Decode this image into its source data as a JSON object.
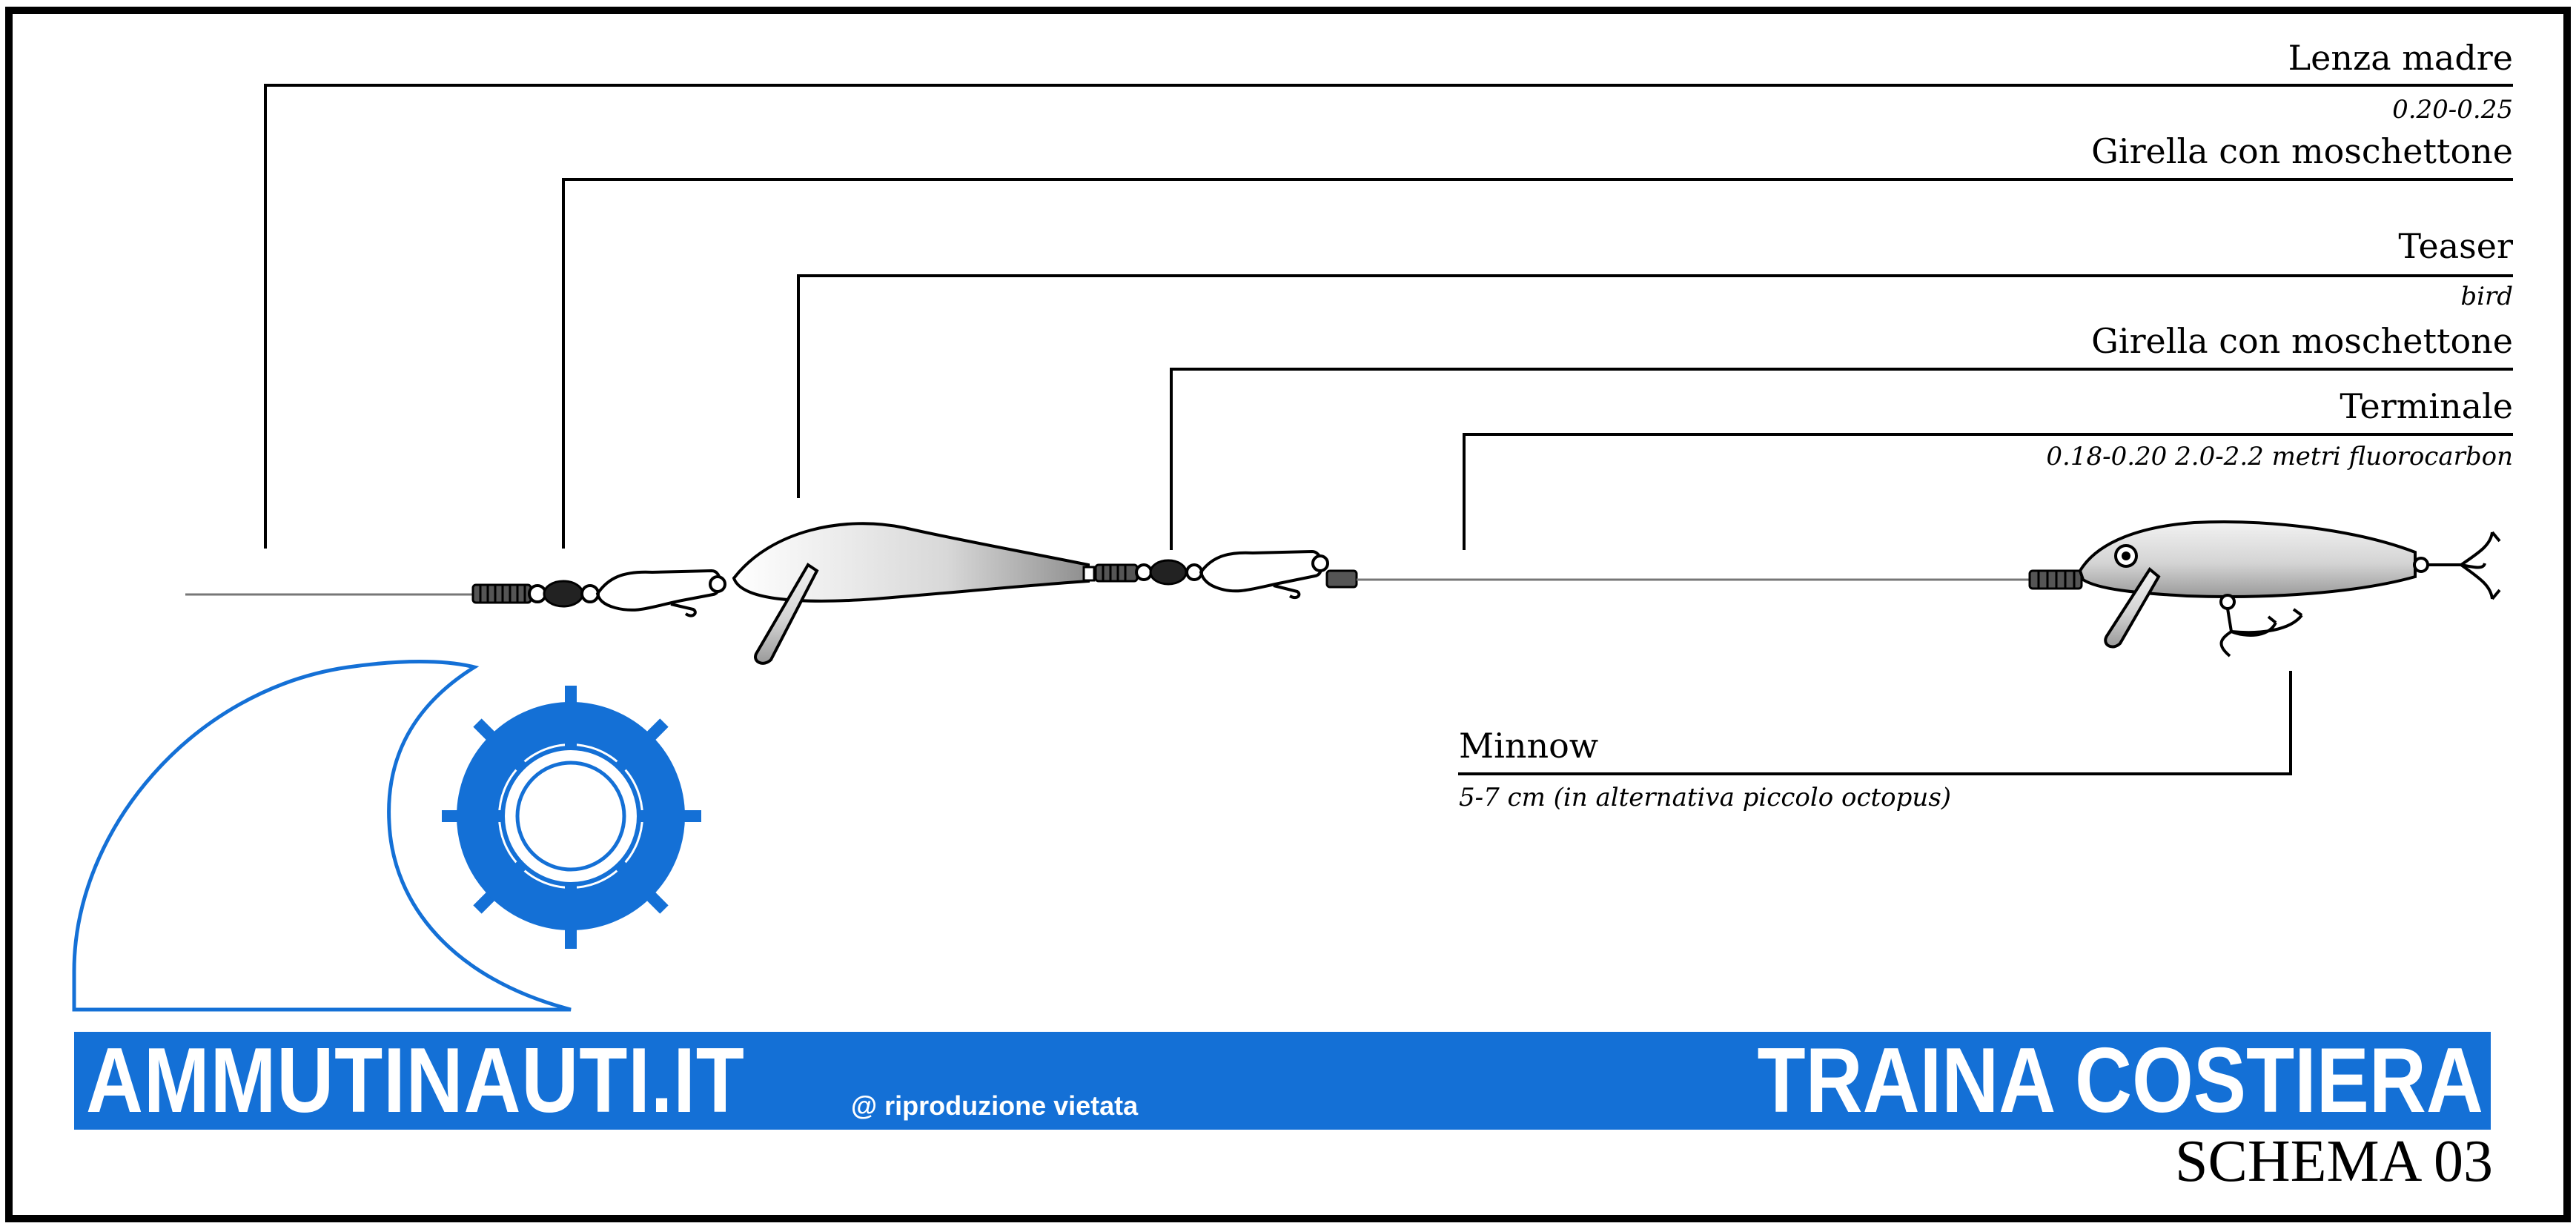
{
  "labels": {
    "lenza_madre": "Lenza madre",
    "lenza_madre_spec": "0.20-0.25",
    "girella_1": "Girella con moschettone",
    "teaser": "Teaser",
    "teaser_spec": "bird",
    "girella_2": "Girella con moschettone",
    "terminale": "Terminale",
    "terminale_spec": "0.18-0.20 2.0-2.2 metri fluorocarbon",
    "minnow": "Minnow",
    "minnow_spec": "5-7 cm (in alternativa piccolo octopus)"
  },
  "brand": {
    "name": "AMMUTINAUTI.IT",
    "note": "@ riproduzione vietata",
    "title": "TRAINA COSTIERA",
    "schema": "SCHEMA 03"
  },
  "colors": {
    "brand_blue": "#1470d6",
    "lure_silver": "#c8c8c8",
    "line": "#000000"
  }
}
